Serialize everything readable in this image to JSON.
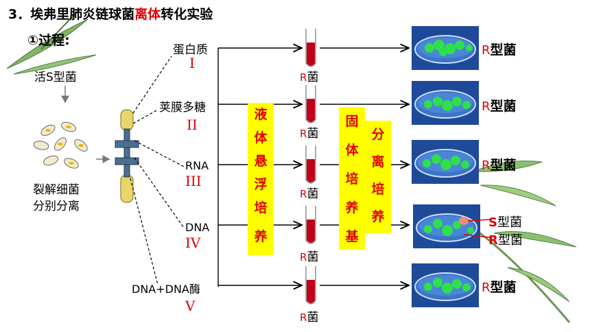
{
  "title": {
    "prefix": "3．埃弗里肺炎链球菌",
    "highlight": "离体",
    "suffix": "转化实验"
  },
  "process_label": "①过程:",
  "source_label": "活S型菌",
  "lysis_label_line1": "裂解细菌",
  "lysis_label_line2": "分别分离",
  "components": [
    {
      "name": "蛋白质",
      "numeral": "I"
    },
    {
      "name": "荚膜多糖",
      "numeral": "II"
    },
    {
      "name": "RNA",
      "numeral": "III"
    },
    {
      "name": "DNA",
      "numeral": "IV"
    },
    {
      "name": "DNA+DNA酶",
      "numeral": "V"
    }
  ],
  "tube_label": {
    "letter": "R",
    "word": "菌"
  },
  "liquid_culture": [
    "液",
    "体",
    "悬",
    "浮",
    "培",
    "养"
  ],
  "solid_medium": [
    "固",
    "体",
    "培",
    "养",
    "基"
  ],
  "separation_culture": [
    "分",
    "离",
    "培",
    "养"
  ],
  "results": [
    {
      "letter": "R",
      "word": "型菌"
    },
    {
      "letter": "R",
      "word": "型菌"
    },
    {
      "letter": "R",
      "word": "型菌"
    },
    {
      "letter": "R",
      "word": "型菌"
    }
  ],
  "mixed_result": {
    "s_letter": "S",
    "s_word": "型菌",
    "r_letter": "R",
    "r_word": "型菌"
  },
  "colors": {
    "accent_red": "#e00000",
    "highlight_yellow": "#ffff00",
    "dish_blue": "#1a3f8f",
    "colony_green": "#2ee04a"
  }
}
